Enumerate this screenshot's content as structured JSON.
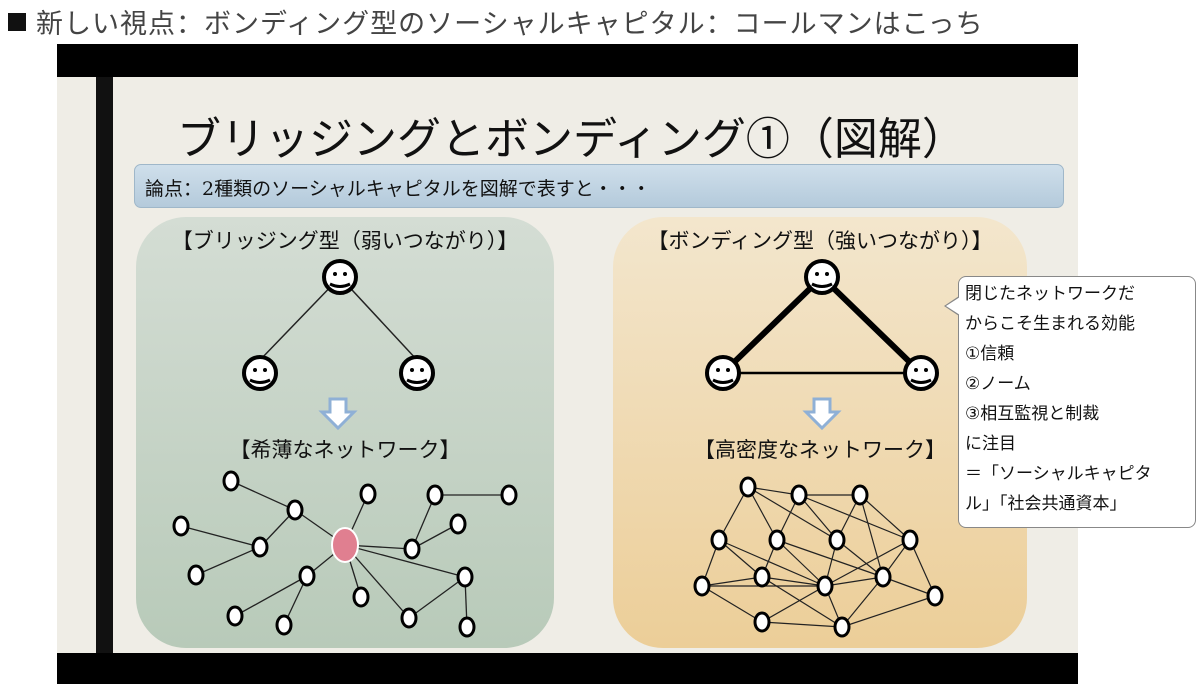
{
  "header": {
    "title": "新しい視点：ボンディング型のソーシャルキャピタル：コールマンはこっち"
  },
  "slide": {
    "title": "ブリッジングとボンディング①（図解）",
    "thesis": "論点：2種類のソーシャルキャピタルを図解で表すと・・・",
    "left_panel": {
      "heading": "【ブリッジング型（弱いつながり）】",
      "network_heading": "【希薄なネットワーク】"
    },
    "right_panel": {
      "heading": "【ボンディング型（強いつながり）】",
      "network_heading": "【高密度なネットワーク】"
    }
  },
  "callout": {
    "lines": [
      "閉じたネットワークだ",
      "からこそ生まれる効能",
      "①信頼",
      "②ノーム",
      "③相互監視と制裁",
      "に注目",
      "＝「ソーシャルキャピタ",
      "ル」「社会共通資本」"
    ]
  },
  "colors": {
    "left_panel": "#c6d3c7",
    "right_panel": "#efd9ae",
    "highlight_node": "#e07f90",
    "arrow": "#8fb0d6"
  }
}
